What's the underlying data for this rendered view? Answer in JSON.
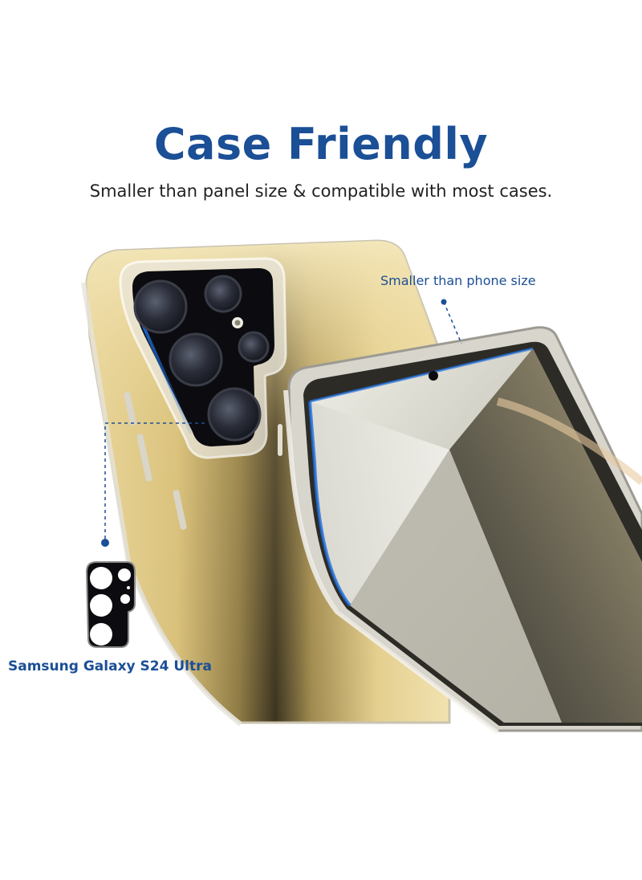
{
  "headline": "Case Friendly",
  "subline": "Smaller than panel size & compatible with most cases.",
  "callouts": {
    "phone_size": "Smaller than phone size",
    "model": "Samsung Galaxy S24 Ultra"
  },
  "colors": {
    "brand_blue": "#1b4f96",
    "gold": "#e8d08a",
    "lens_black": "#0c0c10"
  },
  "icons": {
    "lens_protector": "lens-protector-icon"
  }
}
